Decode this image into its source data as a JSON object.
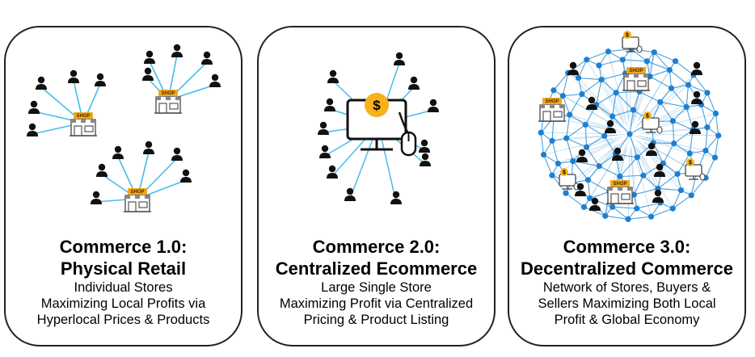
{
  "panels": [
    {
      "title_line1": "Commerce 1.0:",
      "title_line2": "Physical Retail",
      "desc": [
        "Individual Stores",
        "Maximizing Local Profits via",
        "Hyperlocal Prices & Products"
      ],
      "shop_label": "SHOP"
    },
    {
      "title_line1": "Commerce 2.0:",
      "title_line2": "Centralized Ecommerce",
      "desc": [
        "Large Single Store",
        "Maximizing Profit via Centralized",
        "Pricing & Product Listing"
      ],
      "dollar_label": "$"
    },
    {
      "title_line1": "Commerce 3.0:",
      "title_line2": "Decentralized Commerce",
      "desc": [
        "Network of Stores, Buyers &",
        "Sellers Maximizing Both Local",
        "Profit & Global Economy"
      ],
      "shop_label": "SHOP",
      "dollar_label": "$"
    }
  ],
  "colors": {
    "line": "#45bde8",
    "net": "#2a8fd6",
    "node": "#1e7fd0",
    "shop_sign": "#f2a71b",
    "coin": "#f7b21b",
    "icon": "#111111",
    "border": "#222222"
  }
}
